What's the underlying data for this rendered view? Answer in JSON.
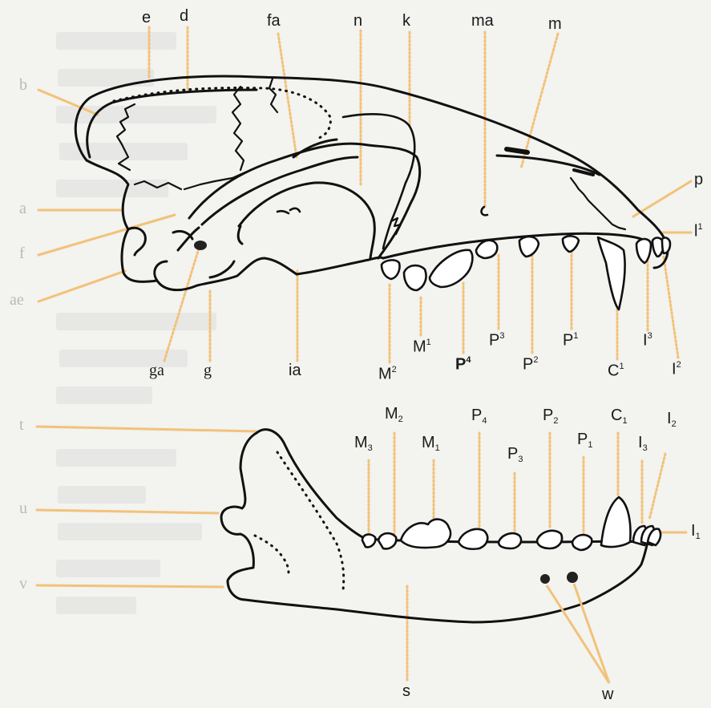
{
  "colors": {
    "background": "#f3f3ef",
    "outline": "#111111",
    "leader_line": "#f2c27a",
    "label": "#1a1a1a",
    "faded_label": "#b9b9b9"
  },
  "labels": {
    "b": "b",
    "e": "e",
    "d": "d",
    "fa": "fa",
    "n": "n",
    "k": "k",
    "ma": "ma",
    "m": "m",
    "p": "p",
    "l1": {
      "base": "l",
      "sup": "1"
    },
    "a": "a",
    "f": "f",
    "ae": "ae",
    "ga": "ga",
    "g": "g",
    "ia": "ia",
    "M2": {
      "base": "M",
      "sup": "2"
    },
    "M1": {
      "base": "M",
      "sup": "1"
    },
    "P4": {
      "base": "P",
      "sup": "4"
    },
    "P3": {
      "base": "P",
      "sup": "3"
    },
    "P2": {
      "base": "P",
      "sup": "2"
    },
    "P1": {
      "base": "P",
      "sup": "1"
    },
    "C1": {
      "base": "C",
      "sup": "1"
    },
    "I3": {
      "base": "I",
      "sup": "3"
    },
    "I2": {
      "base": "I",
      "sup": "2"
    },
    "t": "t",
    "u": "u",
    "v": "v",
    "M_3": {
      "base": "M",
      "sub": "3"
    },
    "M_2": {
      "base": "M",
      "sub": "2"
    },
    "M_1": {
      "base": "M",
      "sub": "1"
    },
    "P_4": {
      "base": "P",
      "sub": "4"
    },
    "P_3": {
      "base": "P",
      "sub": "3"
    },
    "P_2": {
      "base": "P",
      "sub": "2"
    },
    "P_1": {
      "base": "P",
      "sub": "1"
    },
    "C_1": {
      "base": "C",
      "sub": "1"
    },
    "I_3": {
      "base": "I",
      "sub": "3"
    },
    "I_2": {
      "base": "I",
      "sub": "2"
    },
    "I_1": {
      "base": "I",
      "sub": "1"
    },
    "s": "s",
    "w": "w"
  }
}
